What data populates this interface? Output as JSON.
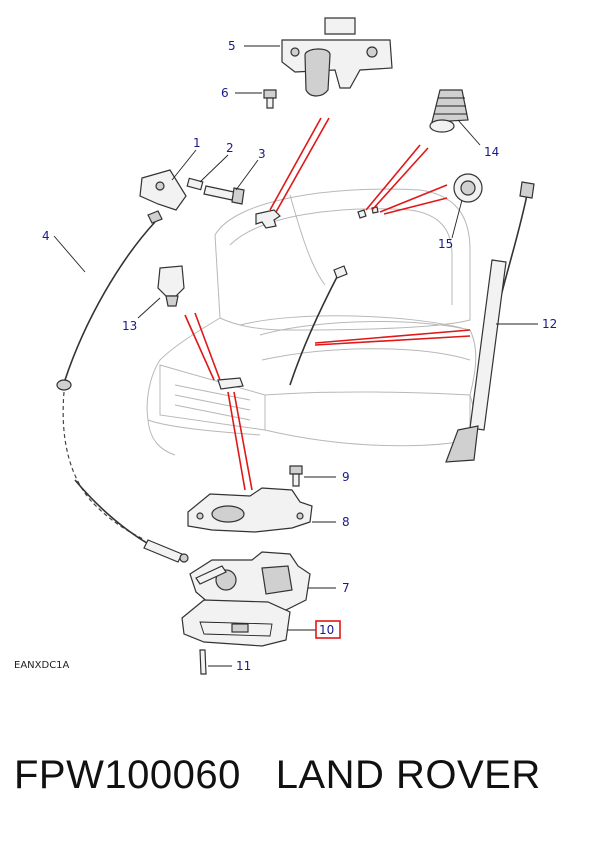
{
  "diagram": {
    "code": "EANXDC1A",
    "highlight_color": "#e01818",
    "label_color": "#1a1a8c",
    "callouts": [
      {
        "id": "c1",
        "label": "1"
      },
      {
        "id": "c2",
        "label": "2"
      },
      {
        "id": "c3",
        "label": "3"
      },
      {
        "id": "c4",
        "label": "4"
      },
      {
        "id": "c5",
        "label": "5"
      },
      {
        "id": "c6",
        "label": "6"
      },
      {
        "id": "c7",
        "label": "7"
      },
      {
        "id": "c8",
        "label": "8"
      },
      {
        "id": "c9",
        "label": "9"
      },
      {
        "id": "c10",
        "label": "10",
        "highlighted": true
      },
      {
        "id": "c11",
        "label": "11"
      },
      {
        "id": "c12",
        "label": "12"
      },
      {
        "id": "c13",
        "label": "13"
      },
      {
        "id": "c14",
        "label": "14"
      },
      {
        "id": "c15",
        "label": "15"
      }
    ]
  },
  "footer": {
    "part_number": "FPW100060",
    "brand": "LAND ROVER"
  }
}
